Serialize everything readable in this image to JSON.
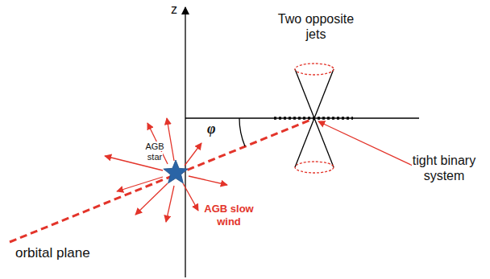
{
  "diagram": {
    "labels": [
      "z",
      "Two opposite jets",
      "φ",
      "AGB star",
      "AGB slow wind",
      "orbital plane",
      "tight binary system"
    ]
  }
}
